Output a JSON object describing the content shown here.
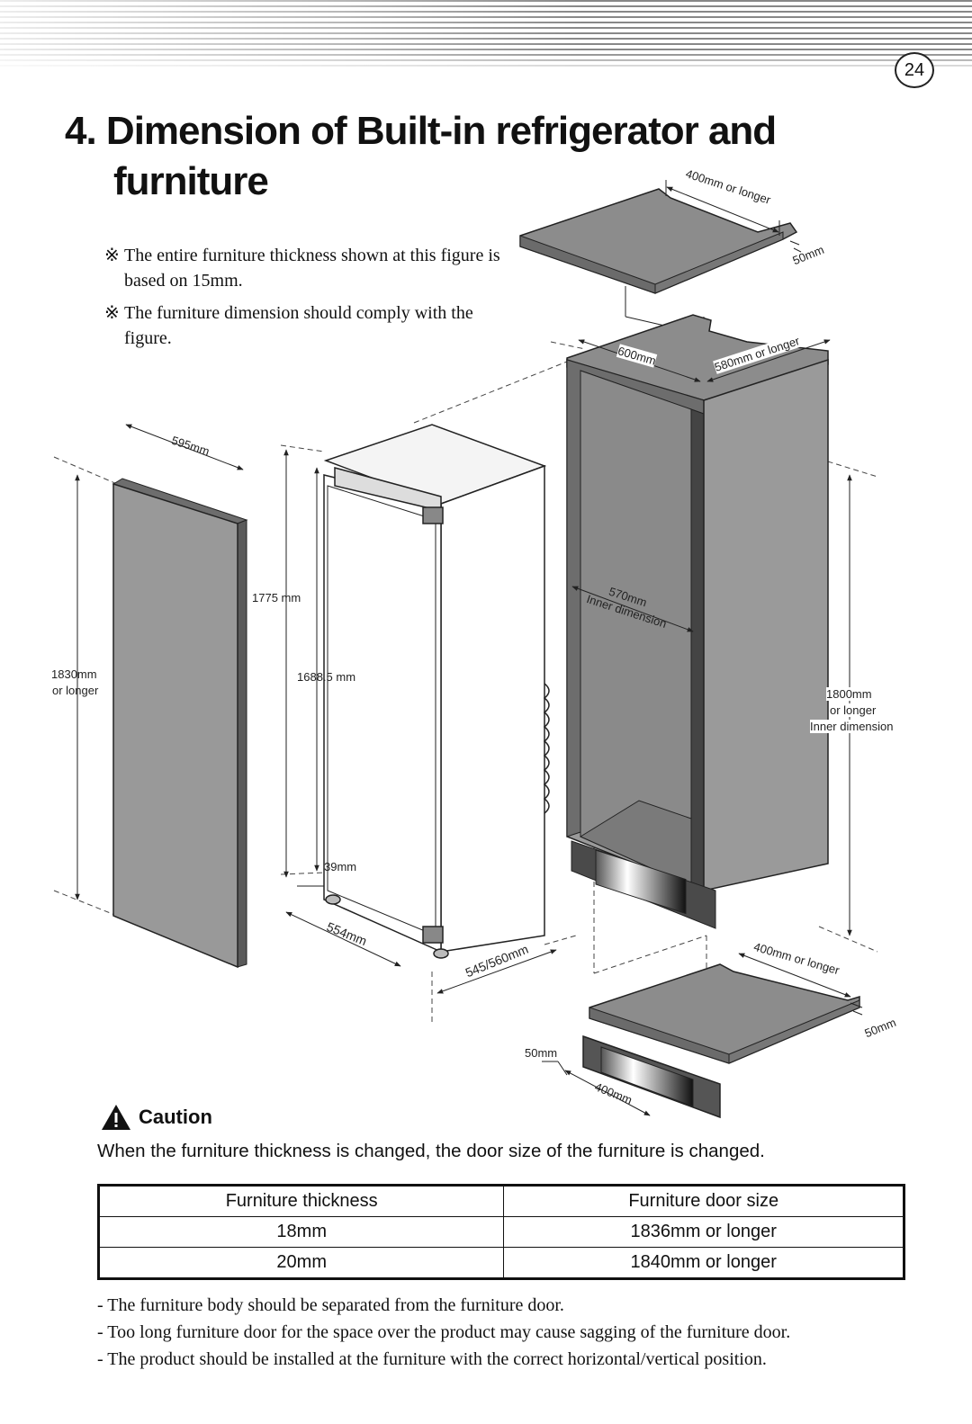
{
  "page": {
    "number": "24"
  },
  "title": {
    "line1": "4. Dimension of Built-in refrigerator and",
    "line2": "furniture"
  },
  "notes": [
    {
      "mark": "※",
      "text": "The entire furniture thickness shown at this figure is based on 15mm."
    },
    {
      "mark": "※",
      "text": "The furniture dimension should comply with the figure."
    }
  ],
  "diagram": {
    "door_panel": {
      "width": "595mm",
      "height_1": "1830mm",
      "height_2": "or longer"
    },
    "refrigerator": {
      "height": "1775 mm",
      "door_height": "1688.5 mm",
      "bottom": "39mm",
      "width": "554mm",
      "depth": "545/560mm"
    },
    "top_board": {
      "depth": "400mm or longer",
      "thickness": "50mm"
    },
    "cabinet": {
      "width": "600mm",
      "depth": "580mm or longer",
      "inner_width": "570mm",
      "inner_width_label": "Inner dimension",
      "inner_height_1": "1800mm",
      "inner_height_2": "or longer",
      "inner_height_3": "Inner dimension"
    },
    "bottom_board": {
      "depth": "400mm or longer",
      "thickness": "50mm"
    },
    "vent": {
      "height": "50mm",
      "width": "400mm"
    }
  },
  "caution": {
    "icon": "warning-triangle-icon",
    "label": "Caution",
    "text": "When the furniture thickness is changed, the door size of the furniture is changed."
  },
  "table": {
    "headers": [
      "Furniture thickness",
      "Furniture door size"
    ],
    "rows": [
      [
        "18mm",
        "1836mm or longer"
      ],
      [
        "20mm",
        "1840mm or longer"
      ]
    ]
  },
  "bullets": [
    "- The furniture body should be separated from the furniture door.",
    "- Too long furniture door for the space over the product may cause sagging of the furniture door.",
    "- The product should be installed at the furniture with the correct horizontal/vertical position."
  ]
}
